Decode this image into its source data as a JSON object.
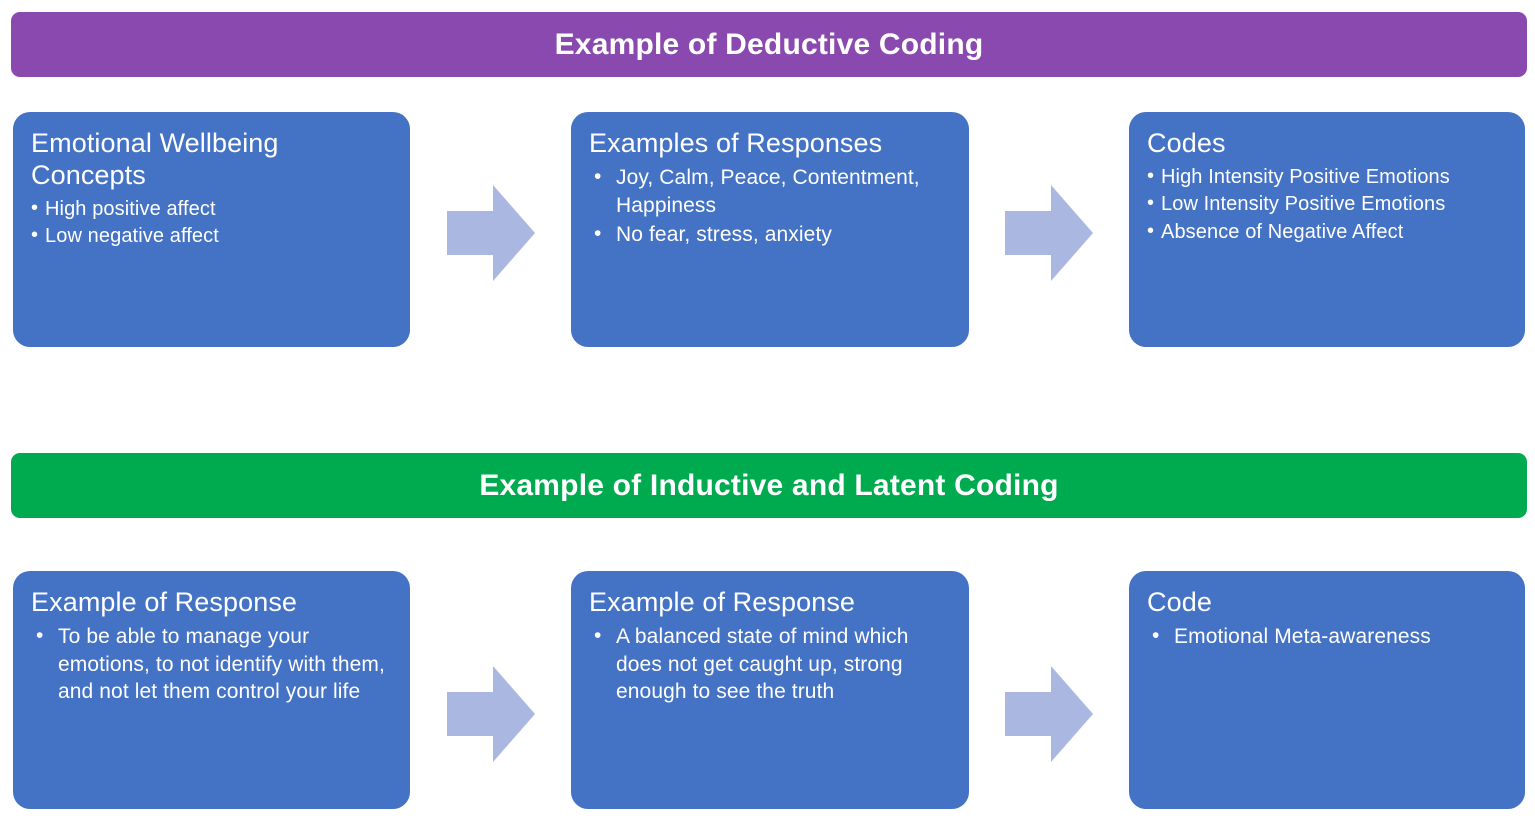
{
  "colors": {
    "deductive_banner": "#8a49ae",
    "inductive_banner": "#00aa4f",
    "card": "#4472c4",
    "arrow": "#aab7e0",
    "text": "#ffffff",
    "background": "#ffffff"
  },
  "sections": [
    {
      "id": "deductive",
      "banner_title": "Example of Deductive Coding",
      "cards": [
        {
          "title": "Emotional Wellbeing Concepts",
          "bullets": [
            "High positive affect",
            "Low negative affect"
          ]
        },
        {
          "title": "Examples of Responses",
          "bullets": [
            "Joy, Calm, Peace, Contentment, Happiness",
            "No fear, stress, anxiety"
          ]
        },
        {
          "title": "Codes",
          "bullets": [
            "High Intensity Positive Emotions",
            "Low Intensity Positive Emotions",
            "Absence of Negative Affect"
          ]
        }
      ],
      "arrows": [
        "arrow-right-icon",
        "arrow-right-icon"
      ]
    },
    {
      "id": "inductive",
      "banner_title": "Example of Inductive and Latent Coding",
      "cards": [
        {
          "title": "Example of Response",
          "bullets": [
            "To be able to manage your emotions, to not identify with them, and not let them control your life"
          ]
        },
        {
          "title": "Example of Response",
          "bullets": [
            "A balanced state of mind which does not get caught up, strong enough to see the truth"
          ]
        },
        {
          "title": "Code",
          "bullets": [
            "Emotional Meta-awareness"
          ]
        }
      ],
      "arrows": [
        "arrow-right-icon",
        "arrow-right-icon"
      ]
    }
  ]
}
